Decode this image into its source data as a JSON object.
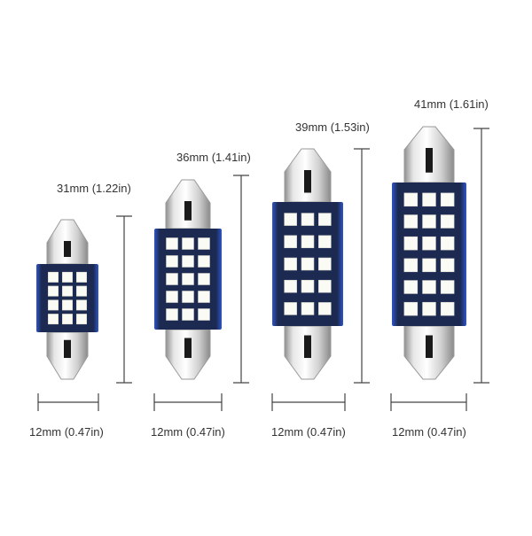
{
  "bulbs": [
    {
      "length_label": "31mm (1.22in)",
      "width_label": "12mm (0.47in)",
      "led_rows": 4,
      "led_cols": 3
    },
    {
      "length_label": "36mm (1.41in)",
      "width_label": "12mm (0.47in)",
      "led_rows": 5,
      "led_cols": 3
    },
    {
      "length_label": "39mm (1.53in)",
      "width_label": "12mm (0.47in)",
      "led_rows": 5,
      "led_cols": 3
    },
    {
      "length_label": "41mm (1.61in)",
      "width_label": "12mm (0.47in)",
      "led_rows": 6,
      "led_cols": 3
    }
  ],
  "colors": {
    "pcb": "#1c2a52",
    "pcb_edge": "#2f55c8",
    "cap_light": "#f2f2f2",
    "cap_mid": "#c9c9c9",
    "cap_dark": "#8c8c8c",
    "led": "#fbfbf6",
    "dimension_line": "#444444"
  }
}
